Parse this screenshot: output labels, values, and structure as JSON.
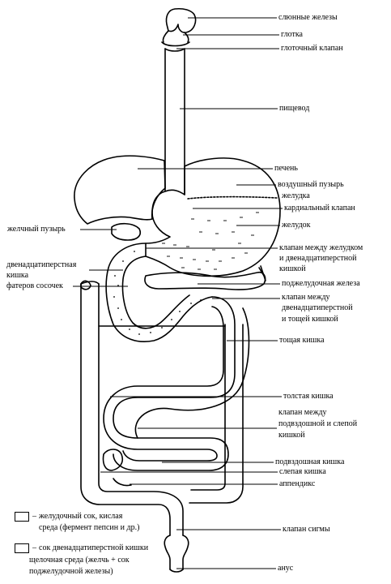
{
  "labels": {
    "salivary": "слюнные железы",
    "pharynx": "глотка",
    "pharyngeal_valve": "глоточный клапан",
    "esophagus": "пищевод",
    "liver": "печень",
    "air_bubble_1": "воздушный пузырь",
    "air_bubble_2": "желудка",
    "cardiac_valve": "кардиальный клапан",
    "stomach": "желудок",
    "gallbladder": "желчный  пузырь",
    "pyloric_1": "клапан между желудком",
    "pyloric_2": "и двенадцатиперстной",
    "pyloric_3": "кишкой",
    "duodenum_1": "двенадцатиперстная",
    "duodenum_2": "кишка",
    "vater": "фатеров сосочек",
    "pancreas": "поджелудочная железа",
    "duojejunal_1": "клапан между",
    "duojejunal_2": "двенадцатиперстной",
    "duojejunal_3": "и тощей кишкой",
    "jejunum": "тощая кишка",
    "colon": "толстая кишка",
    "ileocecal_1": "клапан между",
    "ileocecal_2": "подвздошной и слепой",
    "ileocecal_3": "кишкой",
    "ileum": "подвздошная кишка",
    "cecum": "слепая кишка",
    "appendix": "аппендикс",
    "sigmoid_valve": "клапан сигмы",
    "anus": "анус"
  },
  "legend": {
    "gastric_1": "желудочный сок, кислая",
    "gastric_2": "среда (фермент пепсин и др.)",
    "duodenal_1": "сок двенадцатиперстной кишки",
    "duodenal_2": "щелочная среда (желчь + сок",
    "duodenal_3": "поджелудочной железы)"
  },
  "colors": {
    "ink": "#000000",
    "background": "#ffffff"
  }
}
